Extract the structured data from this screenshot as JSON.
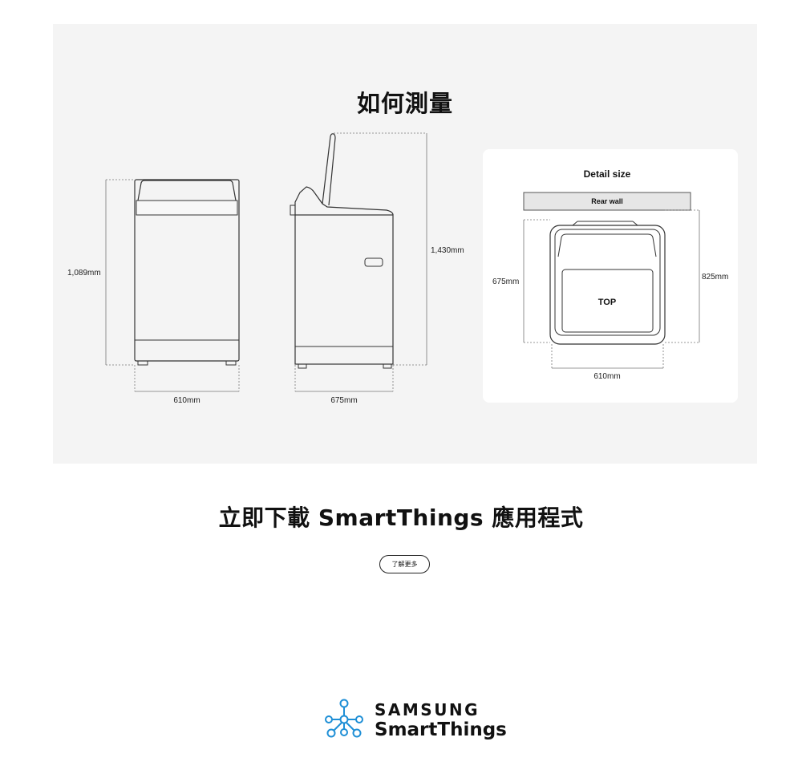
{
  "measure": {
    "title": "如何測量",
    "front_view": {
      "height_label": "1,089mm",
      "width_label": "610mm"
    },
    "side_view": {
      "open_height_label": "1,430mm",
      "depth_label": "675mm"
    },
    "detail": {
      "title": "Detail size",
      "rear_wall": "Rear wall",
      "top": "TOP",
      "depth_label": "675mm",
      "depth_open_label": "825mm",
      "width_label": "610mm"
    }
  },
  "cta": {
    "heading": "立即下載 SmartThings 應用程式",
    "button_label": "了解更多"
  },
  "brand": {
    "samsung": "SAMSUNG",
    "smartthings": "SmartThings",
    "icon": "smartthings-icon",
    "icon_color": "#1f8fd6"
  }
}
